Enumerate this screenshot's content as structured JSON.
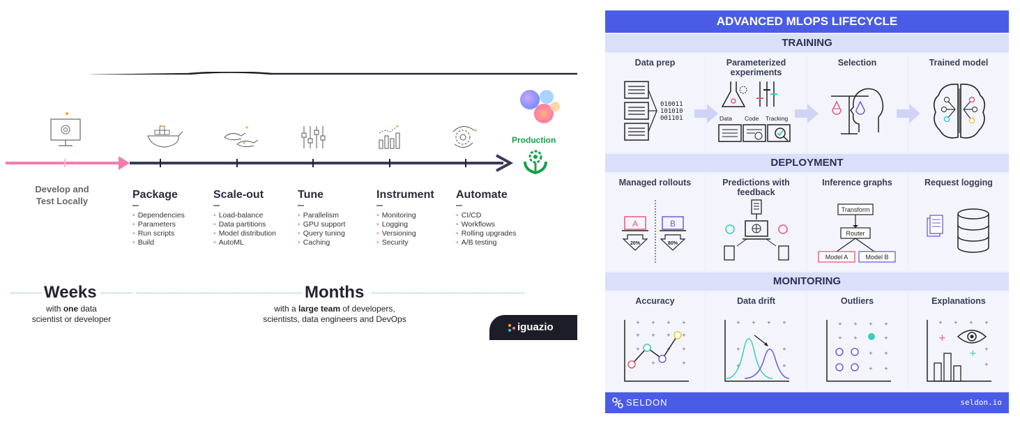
{
  "left_slide": {
    "local": {
      "title_line1": "Develop and",
      "title_line2": "Test Locally"
    },
    "stages": [
      {
        "title": "Package",
        "items": [
          "Dependencies",
          "Parameters",
          "Run scripts",
          "Build"
        ],
        "icon": "docker-whale-icon"
      },
      {
        "title": "Scale-out",
        "items": [
          "Load-balance",
          "Data partitions",
          "Model distribution",
          "AutoML"
        ],
        "icon": "whales-icon"
      },
      {
        "title": "Tune",
        "items": [
          "Parallelism",
          "GPU support",
          "Query tuning",
          "Caching"
        ],
        "icon": "sliders-icon"
      },
      {
        "title": "Instrument",
        "items": [
          "Monitoring",
          "Logging",
          "Versioning",
          "Security"
        ],
        "icon": "bar-chart-icon"
      },
      {
        "title": "Automate",
        "items": [
          "CI/CD",
          "Workflows",
          "Rolling upgrades",
          "A/B testing"
        ],
        "icon": "gears-icon"
      }
    ],
    "production_label": "Production",
    "weeks": {
      "title": "Weeks",
      "line1_prefix": "with ",
      "line1_bold": "one",
      "line1_suffix": " data",
      "line2": "scientist or developer"
    },
    "months": {
      "title": "Months",
      "line1_prefix": "with a ",
      "line1_bold": "large team",
      "line1_suffix": " of developers,",
      "line2": "scientists, data engineers and DevOps"
    },
    "brand": "iguazio",
    "colors": {
      "pink": "#f47bb0",
      "navy": "#3a3a5a",
      "green": "#1a9e4a"
    }
  },
  "right_panel": {
    "title": "ADVANCED MLOPS LIFECYCLE",
    "sections": [
      {
        "title": "TRAINING",
        "cells": [
          {
            "title_lines": [
              "Data prep"
            ],
            "binary": [
              "010011",
              "101010",
              "001101"
            ]
          },
          {
            "title_lines": [
              "Parameterized",
              "experiments"
            ],
            "labels": [
              "Data",
              "Code",
              "Tracking"
            ]
          },
          {
            "title_lines": [
              "Selection"
            ]
          },
          {
            "title_lines": [
              "Trained model"
            ]
          }
        ]
      },
      {
        "title": "DEPLOYMENT",
        "cells": [
          {
            "title_lines": [
              "Managed rollouts"
            ],
            "boxes": [
              "A",
              "B"
            ],
            "percents": [
              "20%",
              "80%"
            ]
          },
          {
            "title_lines": [
              "Predictions with",
              "feedback"
            ]
          },
          {
            "title_lines": [
              "Inference graphs"
            ],
            "nodes": [
              "Transform",
              "Router",
              "Model A",
              "Model B"
            ]
          },
          {
            "title_lines": [
              "Request logging"
            ]
          }
        ]
      },
      {
        "title": "MONITORING",
        "cells": [
          {
            "title_lines": [
              "Accuracy"
            ]
          },
          {
            "title_lines": [
              "Data drift"
            ]
          },
          {
            "title_lines": [
              "Outliers"
            ]
          },
          {
            "title_lines": [
              "Explanations"
            ]
          }
        ]
      }
    ],
    "footer": {
      "brand": "SELDON",
      "url": "seldon.io"
    },
    "colors": {
      "primary": "#4a5ce6",
      "section": "#dcdffa",
      "bg": "#eef0fb",
      "coral": "#e8587a",
      "teal": "#3cc9c0",
      "purple": "#6a5fd6"
    }
  }
}
